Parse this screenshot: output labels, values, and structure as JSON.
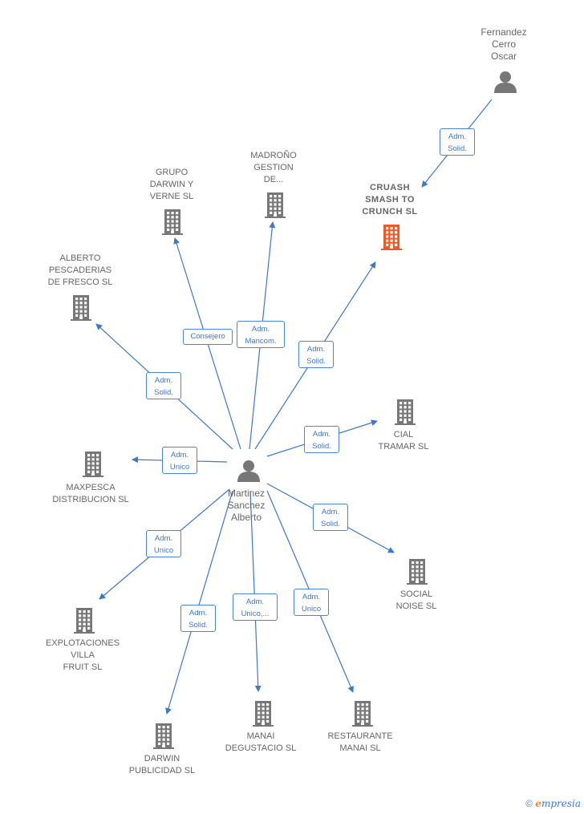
{
  "center_person": {
    "id": "martinez",
    "label": "Martinez\nSanchez\nAlberto"
  },
  "main_company": {
    "id": "cruash",
    "label": "CRUASH\nSMASH TO\nCRUNCH  SL"
  },
  "other_person": {
    "id": "fernandez",
    "label": "Fernandez\nCerro\nOscar"
  },
  "companies": [
    {
      "id": "grupo",
      "label": "GRUPO\nDARWIN Y\nVERNE  SL"
    },
    {
      "id": "madrono",
      "label": "MADROÑO\nGESTION\nDE..."
    },
    {
      "id": "alberto",
      "label": "ALBERTO\nPESCADERIAS\nDE FRESCO SL"
    },
    {
      "id": "maxpesca",
      "label": "MAXPESCA\nDISTRIBUCION SL"
    },
    {
      "id": "cial",
      "label": "CIAL\nTRAMAR SL"
    },
    {
      "id": "social",
      "label": "SOCIAL\nNOISE  SL"
    },
    {
      "id": "explot",
      "label": "EXPLOTACIONES\nVILLA\nFRUIT  SL"
    },
    {
      "id": "darwinpub",
      "label": "DARWIN\nPUBLICIDAD SL"
    },
    {
      "id": "manaideg",
      "label": "MANAI\nDEGUSTACIO SL"
    },
    {
      "id": "restaurante",
      "label": "RESTAURANTE\nMANAI  SL"
    }
  ],
  "relations": [
    {
      "from": "fernandez",
      "to": "cruash",
      "label": "Adm.\nSolid."
    },
    {
      "from": "martinez",
      "to": "grupo",
      "label": "Consejero"
    },
    {
      "from": "martinez",
      "to": "madrono",
      "label": "Adm.\nMancom."
    },
    {
      "from": "martinez",
      "to": "cruash",
      "label": "Adm.\nSolid."
    },
    {
      "from": "martinez",
      "to": "alberto",
      "label": "Adm.\nSolid."
    },
    {
      "from": "martinez",
      "to": "maxpesca",
      "label": "Adm.\nUnico"
    },
    {
      "from": "martinez",
      "to": "cial",
      "label": "Adm.\nSolid."
    },
    {
      "from": "martinez",
      "to": "social",
      "label": "Adm.\nSolid."
    },
    {
      "from": "martinez",
      "to": "explot",
      "label": "Adm.\nUnico"
    },
    {
      "from": "martinez",
      "to": "darwinpub",
      "label": "Adm.\nSolid."
    },
    {
      "from": "martinez",
      "to": "manaideg",
      "label": "Adm.\nUnico,..."
    },
    {
      "from": "martinez",
      "to": "restaurante",
      "label": "Adm.\nUnico"
    }
  ],
  "footer": {
    "copyright": "©",
    "brand_initial": "e",
    "brand_rest": "mpresia"
  },
  "colors": {
    "edge": "#3b78cf",
    "icon_gray": "#777777",
    "main_company": "#f05a28",
    "label_blue": "#3b78cf"
  }
}
